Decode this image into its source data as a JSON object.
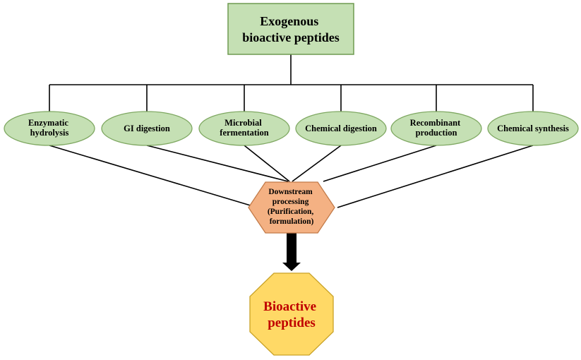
{
  "root": {
    "lines": [
      "Exogenous",
      "bioactive peptides"
    ]
  },
  "methods": [
    {
      "lines": [
        "Enzymatic",
        "hydrolysis"
      ]
    },
    {
      "lines": [
        "GI digestion"
      ]
    },
    {
      "lines": [
        "Microbial",
        "fermentation"
      ]
    },
    {
      "lines": [
        "Chemical digestion"
      ]
    },
    {
      "lines": [
        "Recombinant",
        "production"
      ]
    },
    {
      "lines": [
        "Chemical synthesis"
      ]
    }
  ],
  "process": {
    "lines": [
      "Downstream",
      "processing",
      "(Purification,",
      "formulation)"
    ]
  },
  "result": {
    "lines": [
      "Bioactive",
      "peptides"
    ]
  },
  "colors": {
    "root_fill": "#c5e0b4",
    "root_stroke": "#6e9a50",
    "method_fill": "#c5e0b4",
    "method_stroke": "#7fa862",
    "process_fill": "#f4b183",
    "process_stroke": "#c27a48",
    "result_fill": "#ffd966",
    "result_stroke": "#c9a227",
    "result_text": "#c00000",
    "line": "#000000"
  }
}
